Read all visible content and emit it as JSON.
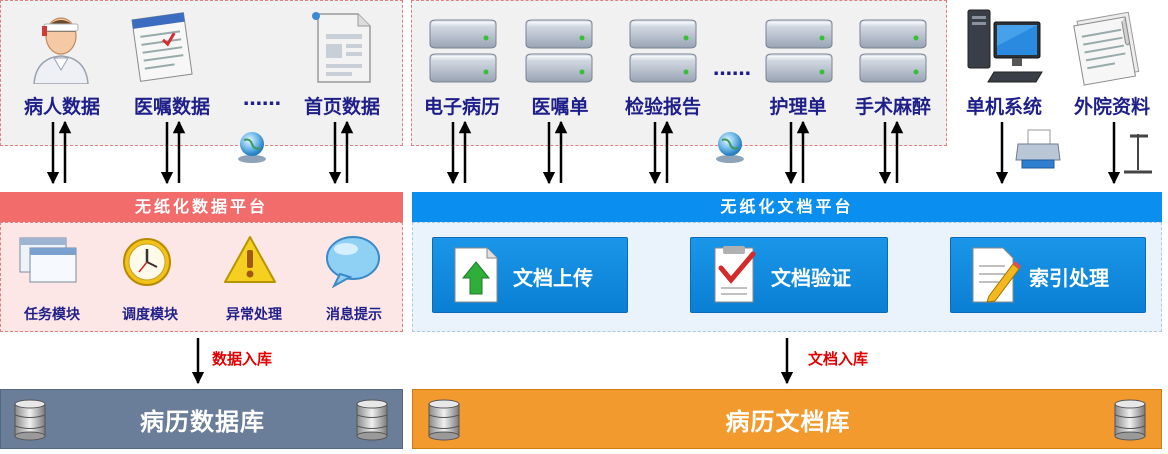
{
  "left_sources": [
    {
      "label": "病人数据",
      "icon": "patient-icon"
    },
    {
      "label": "医嘱数据",
      "icon": "orders-document-icon"
    },
    {
      "label": "……",
      "icon": ""
    },
    {
      "label": "首页数据",
      "icon": "front-page-document-icon"
    }
  ],
  "right_sources": [
    {
      "label": "电子病历",
      "icon": "server-icon"
    },
    {
      "label": "医嘱单",
      "icon": "server-icon"
    },
    {
      "label": "检验报告",
      "icon": "server-icon"
    },
    {
      "label": "……",
      "icon": ""
    },
    {
      "label": "护理单",
      "icon": "server-icon"
    },
    {
      "label": "手术麻醉",
      "icon": "server-icon"
    }
  ],
  "external_sources": [
    {
      "label": "单机系统",
      "icon": "computer-icon"
    },
    {
      "label": "外院资料",
      "icon": "paper-documents-icon"
    }
  ],
  "data_platform": {
    "title": "无纸化数据平台",
    "modules": [
      {
        "label": "任务模块",
        "icon": "window-icon"
      },
      {
        "label": "调度模块",
        "icon": "clock-icon"
      },
      {
        "label": "异常处理",
        "icon": "warning-icon"
      },
      {
        "label": "消息提示",
        "icon": "speech-bubble-icon"
      }
    ]
  },
  "document_platform": {
    "title": "无纸化文档平台",
    "stages": [
      {
        "label": "文档上传",
        "icon": "upload-document-icon"
      },
      {
        "label": "文档验证",
        "icon": "checklist-icon"
      },
      {
        "label": "索引处理",
        "icon": "edit-document-icon"
      }
    ]
  },
  "data_inbound_label": "数据入库",
  "document_inbound_label": "文档入库",
  "data_db": {
    "title": "病历数据库"
  },
  "document_db": {
    "title": "病历文档库"
  },
  "colors": {
    "data_bar": "#f26c6c",
    "document_bar": "#0a8ff0",
    "data_db": "#6a7d99",
    "document_db": "#f39a2e",
    "label_text": "#1f1f8a",
    "inbound_text": "#e00000"
  }
}
